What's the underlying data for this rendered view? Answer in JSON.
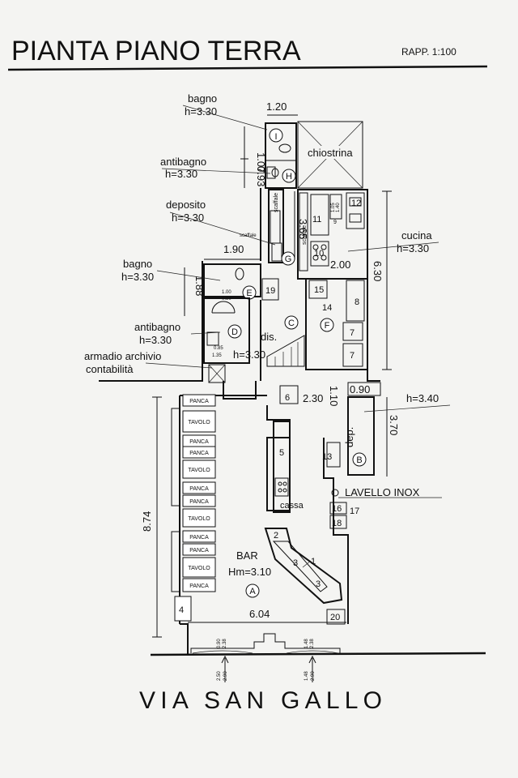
{
  "title": "PIANTA PIANO TERRA",
  "scale": "RAPP. 1:100",
  "street": "VIA SAN GALLO",
  "rooms": {
    "bagno1": {
      "name": "bagno",
      "height": "h=3.30"
    },
    "antibagno1": {
      "name": "antibagno",
      "height": "h=3.30"
    },
    "deposito": {
      "name": "deposito",
      "height": "h=3.30"
    },
    "bagno2": {
      "name": "bagno",
      "height": "h=3.30"
    },
    "antibagno2": {
      "name": "antibagno",
      "height": "h=3.30"
    },
    "archivio": {
      "name1": "armadio archivio",
      "name2": "contabilità"
    },
    "cucina": {
      "name": "cucina",
      "height": "h=3.30"
    },
    "dis": {
      "name": "dis.",
      "height": "h=3.30"
    },
    "dep": {
      "name": "dep.",
      "height": "h=3.40"
    },
    "bar": {
      "name": "BAR",
      "height": "Hm=3.10"
    },
    "chiostrina": "chiostrina",
    "lavello": "LAVELLO INOX",
    "cassa": "cassa",
    "scaffale": "scaffale"
  },
  "circles": [
    "I",
    "H",
    "G",
    "E",
    "D",
    "C",
    "F",
    "B",
    "A"
  ],
  "dimensions": {
    "d120": "1.20",
    "d107": "1.07",
    "d093": "0.93",
    "d365": "3.65",
    "d190": "1.90",
    "d188": "1.88",
    "d200": "2.00",
    "d630": "6.30",
    "d230": "2.30",
    "d110": "1.10",
    "d090": "0.90",
    "d370": "3.70",
    "d874": "8.74",
    "d604": "6.04",
    "d100": "1.00",
    "d080": "0.80",
    "d085": "0.85",
    "d135": "1.35",
    "d105": "1.05",
    "d140": "1.40",
    "d238": "2.38",
    "d148": "1.48",
    "d250": "2.50",
    "d290": "2.90"
  },
  "fixtures": {
    "panca": "PANCA",
    "tavolo": "TAVOLO",
    "n1": "1",
    "n2": "2",
    "n3": "3",
    "n4": "4",
    "n5": "5",
    "n6": "6",
    "n7": "7",
    "n8": "8",
    "n9": "9",
    "n10": "10",
    "n11": "11",
    "n12": "12",
    "n13": "13",
    "n14": "14",
    "n15": "15",
    "n16": "16",
    "n17": "17",
    "n18": "18",
    "n19": "19",
    "n20": "20"
  }
}
